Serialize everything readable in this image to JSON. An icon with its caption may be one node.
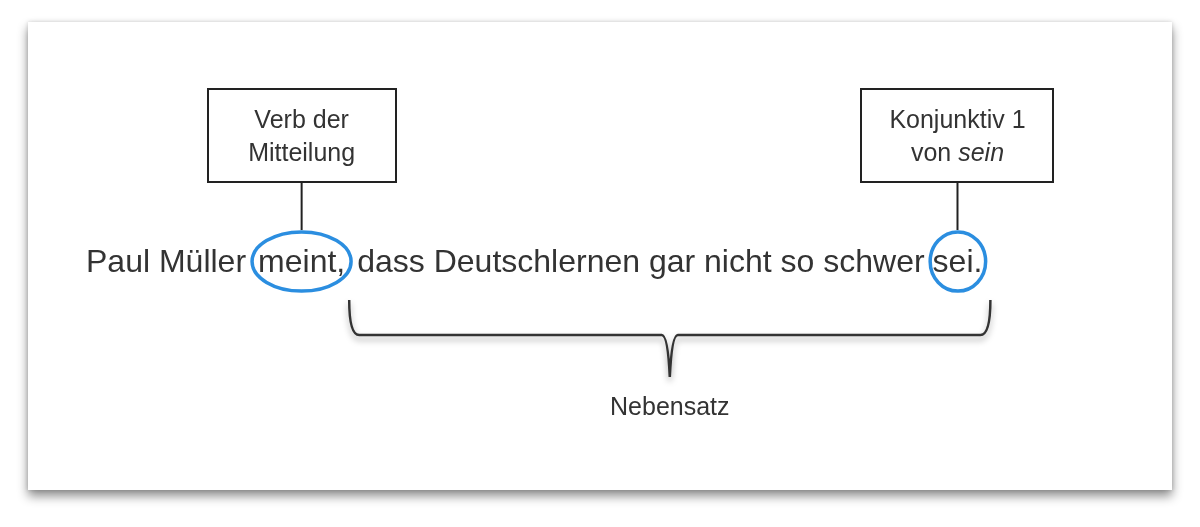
{
  "diagram": {
    "nodes": [
      {
        "text": [
          "Verb der Mitteilung"
        ]
      },
      {
        "text": [
          "Konjunktiv 1 von *sein*"
        ]
      },
      {
        "text": [
          "meint,"
        ]
      },
      {
        "text": [
          "sei."
        ]
      }
    ],
    "edges": [
      {
        "from": 0,
        "to": 2,
        "arrow": "none"
      },
      {
        "from": 1,
        "to": 3,
        "arrow": "none"
      }
    ],
    "labels": [
      "Paul Müller",
      "dass Deutschlernen gar nicht so schwer",
      "Nebensatz"
    ]
  }
}
